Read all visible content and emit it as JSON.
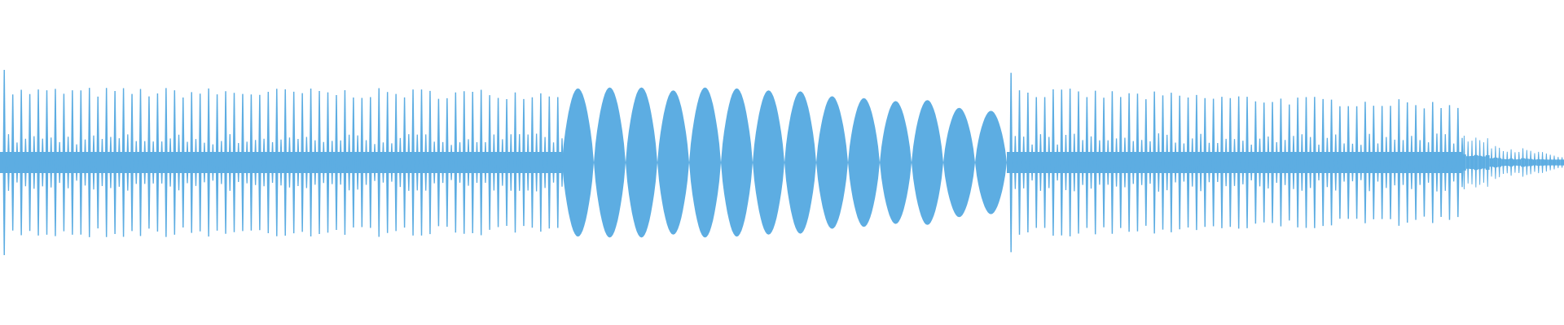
{
  "chart_data": {
    "type": "waveform",
    "title": "",
    "xlabel": "",
    "ylabel": "",
    "grid": false,
    "legend": "none",
    "color": "#5dade2",
    "background": "#ffffff",
    "amplitude_range": [
      -1,
      1
    ],
    "segments": [
      {
        "kind": "pulses",
        "count": 66,
        "peak_start": 0.74,
        "peak_end": 0.72,
        "floor": 0.12,
        "first_transient": 0.95
      },
      {
        "kind": "lobes",
        "peaks": [
          0.76,
          0.77,
          0.77,
          0.74,
          0.77,
          0.76,
          0.74,
          0.73,
          0.68,
          0.66,
          0.63,
          0.64,
          0.56,
          0.53
        ]
      },
      {
        "kind": "pulses",
        "count": 54,
        "peak_start": 0.74,
        "peak_end": 0.6,
        "floor": 0.12,
        "first_transient": 0.92
      },
      {
        "kind": "decay",
        "count": 26,
        "peak_start": 0.35,
        "peak_end": 0.06
      }
    ]
  }
}
